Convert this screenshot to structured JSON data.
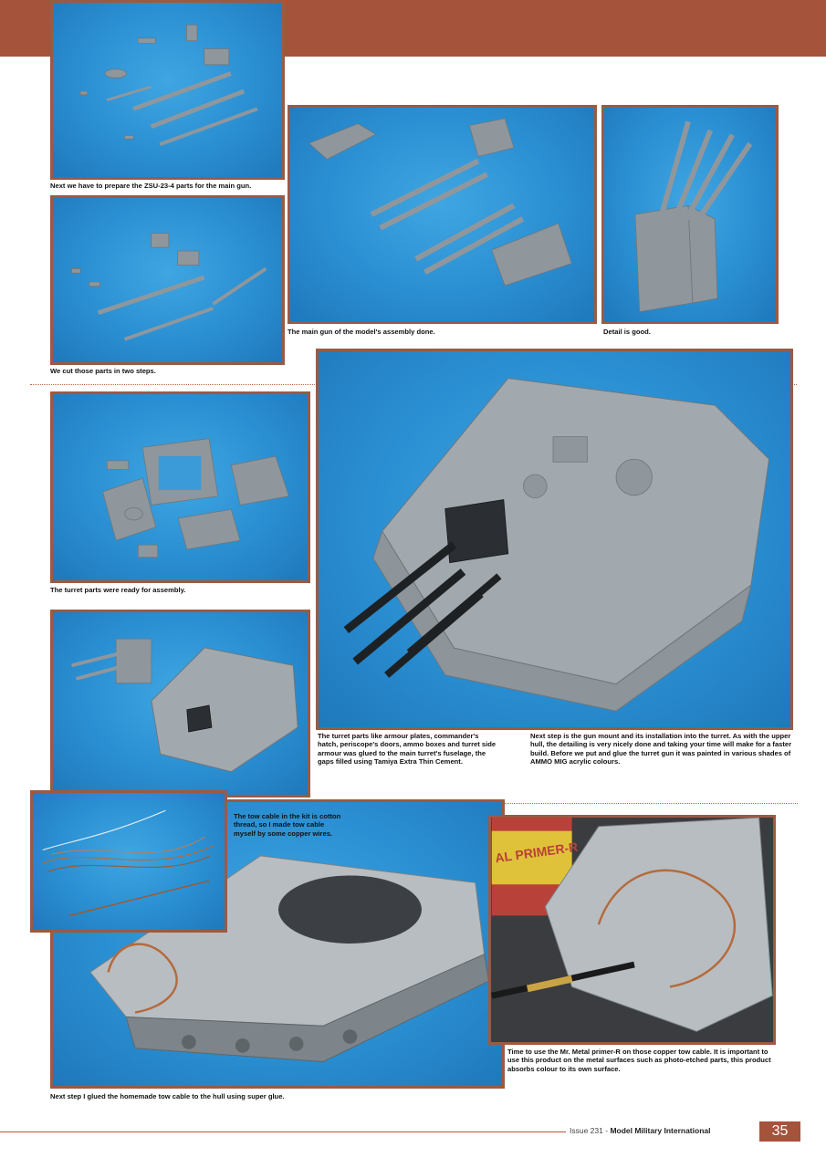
{
  "captions": {
    "c1": "Next we have to prepare the ZSU-23-4 parts for the main gun.",
    "c2": "We cut those parts in two steps.",
    "c3": "The main gun of the model's assembly done.",
    "c4": "Detail is good.",
    "c5": "The turret parts were ready for assembly.",
    "c6": "The turret parts like armour plates, commander's hatch, periscope's doors, ammo boxes and turret side armour was glued to the main turret's fuselage, the gaps filled using Tamiya Extra Thin Cement.",
    "c7": "Next step is the gun mount and its installation into the turret. As with the upper hull, the detailing is very nicely done and taking your time will make for a faster build. Before we put and glue the turret gun it was painted in various shades of AMMO MIG acrylic colours.",
    "c8": "The tow cable in the kit is cotton thread, so I made tow cable myself by some copper wires.",
    "c9": "Time to use the Mr. Metal primer-R on those copper tow cable. It is important to use this product on the metal surfaces such as photo-etched parts, this product absorbs colour to its own surface.",
    "c10": "Next step I glued the homemade tow cable to the hull using super glue."
  },
  "photo_text": {
    "primer_label": "AL PRIMER-R"
  },
  "footer": {
    "issue": "Issue 231",
    "separator": " - ",
    "magazine": "Model Military International",
    "page_number": "35"
  },
  "colors": {
    "accent": "#a5533b",
    "photo_background": "#2a8fd2",
    "plastic_grey": "#8f979d",
    "copper": "#b46a3c"
  }
}
